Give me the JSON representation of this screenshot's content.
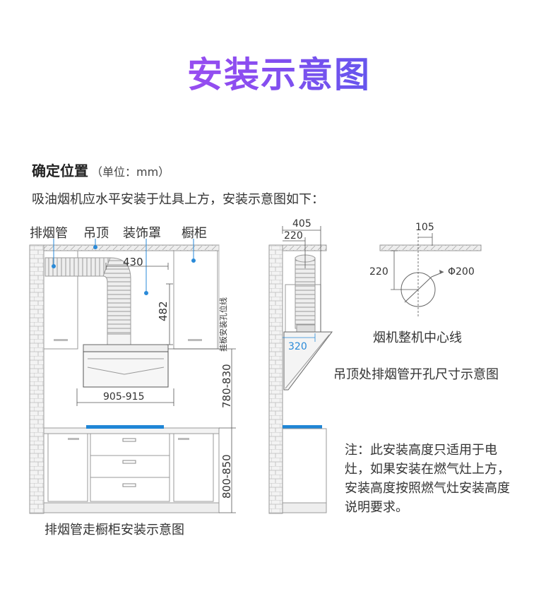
{
  "title": "安装示意图",
  "section": {
    "heading": "确定位置",
    "unit": "（单位：mm）"
  },
  "intro": "吸油烟机应水平安装于灶具上方，安装示意图如下：",
  "labels": {
    "exhaust_pipe": "排烟管",
    "ceiling": "吊顶",
    "deco_cover": "装饰罩",
    "cabinet": "橱柜",
    "hang_board": "挂板安装孔位线",
    "hood_center": "烟机整机中心线",
    "ceiling_hole": "吊顶处排烟管开孔尺寸示意图",
    "left_caption": "排烟管走橱柜安装示意图"
  },
  "dimensions": {
    "d430": "430",
    "d482": "482",
    "d905": "905-915",
    "d780": "780-830",
    "d800": "800-850",
    "d405": "405",
    "d220a": "220",
    "d320": "320",
    "d105": "105",
    "d220b": "220",
    "dia": "Φ200"
  },
  "note": "注：此安装高度只适用于电灶，如果安装在燃气灶上方，安装高度按照燃气灶安装高度说明要求。",
  "colors": {
    "accent_blue": "#2a8ad8",
    "stove_blue": "#1f86d6"
  }
}
